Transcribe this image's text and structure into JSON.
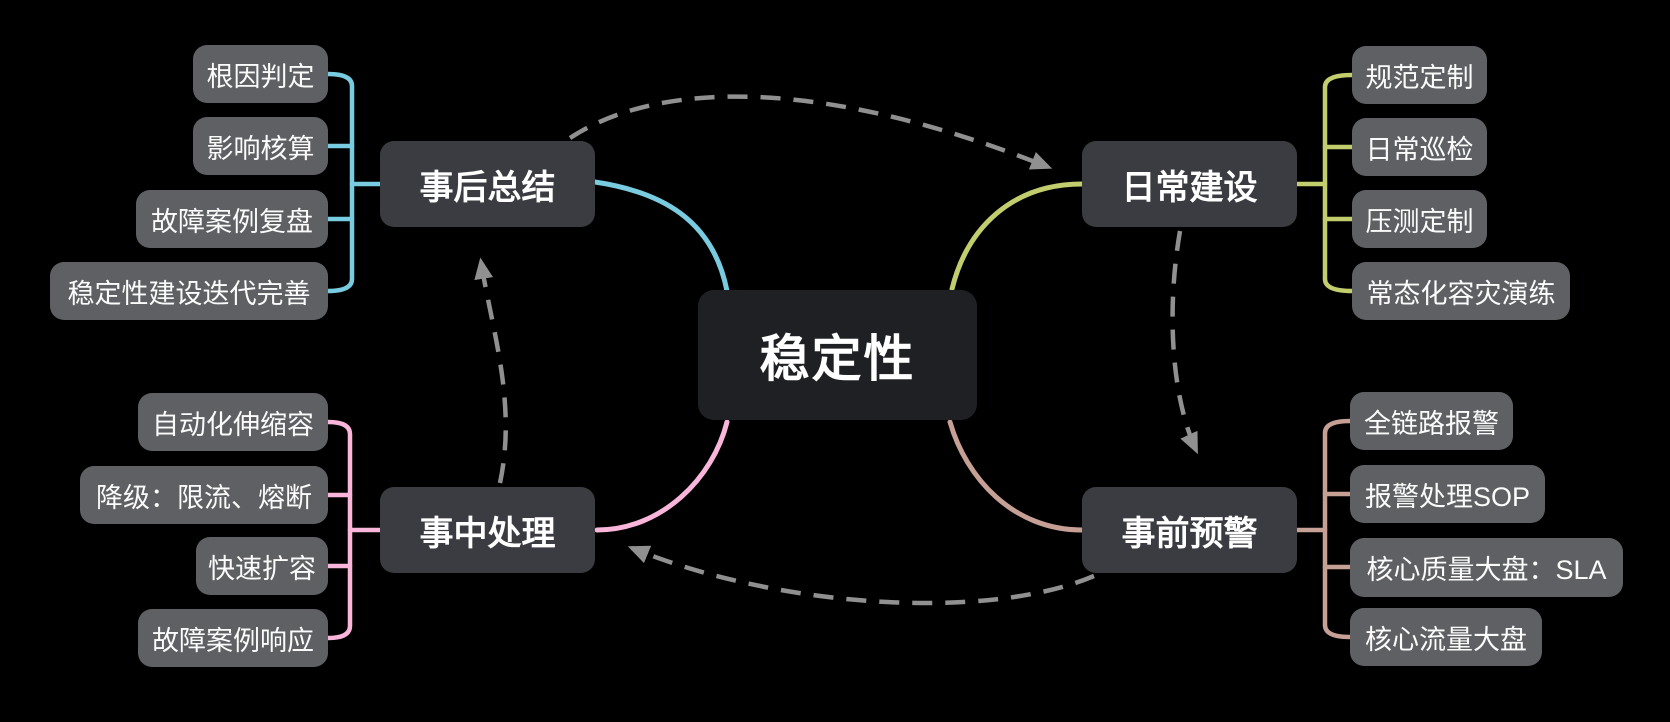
{
  "colors": {
    "background": "#000000",
    "central_bg": "#1e2023",
    "main_bg": "#3a3c41",
    "child_bg": "#5e6063",
    "text": "#ffffff",
    "relation": "#909090"
  },
  "root": {
    "label": "稳定性"
  },
  "branches": [
    {
      "label": "事后总结",
      "color": "#79cbdf",
      "children": [
        "根因判定",
        "影响核算",
        "故障案例复盘",
        "稳定性建设迭代完善"
      ]
    },
    {
      "label": "日常建设",
      "color": "#c2cd6d",
      "children": [
        "规范定制",
        "日常巡检",
        "压测定制",
        "常态化容灾演练"
      ]
    },
    {
      "label": "事中处理",
      "color": "#f9b6da",
      "children": [
        "自动化伸缩容",
        "降级：限流、熔断",
        "快速扩容",
        "故障案例响应"
      ]
    },
    {
      "label": "事前预警",
      "color": "#c69f95",
      "children": [
        "全链路报警",
        "报警处理SOP",
        "核心质量大盘：SLA",
        "核心流量大盘"
      ]
    }
  ],
  "relations": {
    "color": "#909090",
    "links": [
      {
        "from": "事后总结",
        "to": "日常建设"
      },
      {
        "from": "日常建设",
        "to": "事前预警"
      },
      {
        "from": "事前预警",
        "to": "事中处理"
      },
      {
        "from": "事中处理",
        "to": "事后总结"
      }
    ]
  }
}
